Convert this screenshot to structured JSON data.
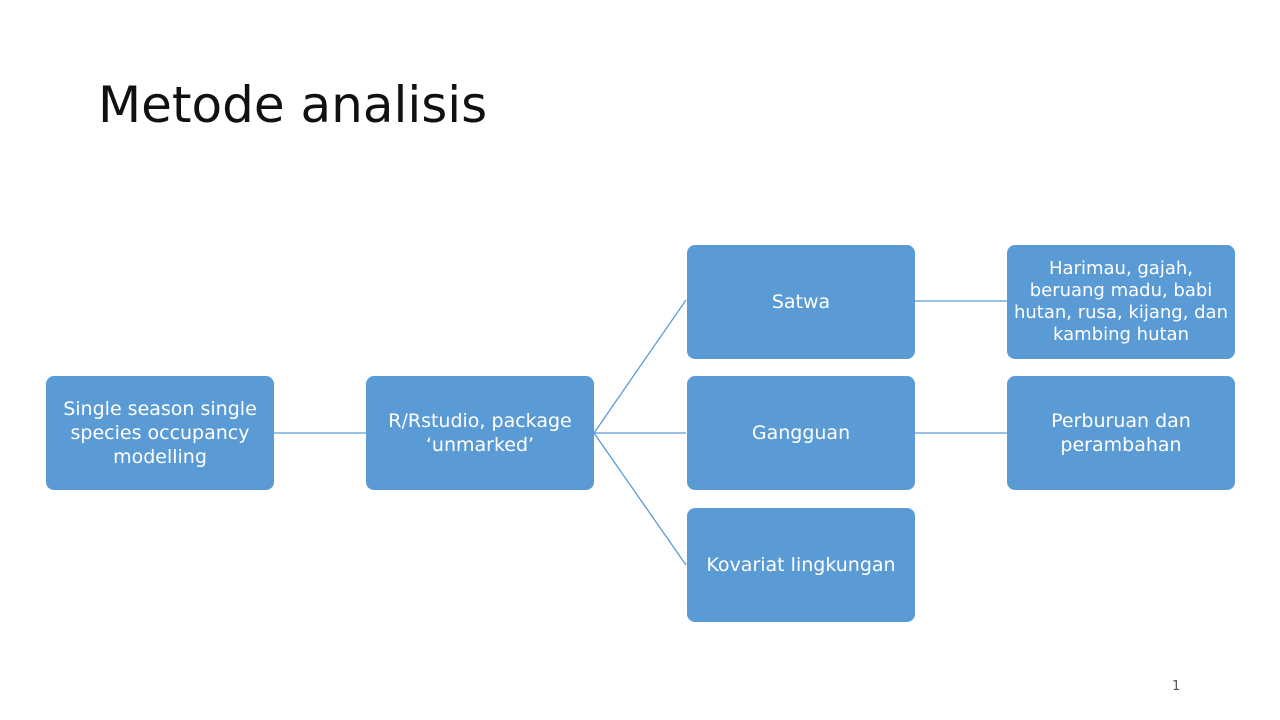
{
  "slide": {
    "title": "Metode analisis",
    "page_number": "1"
  },
  "diagram": {
    "root": "Single season single species occupancy modelling",
    "tool": "R/Rstudio, package ‘unmarked’",
    "categories": [
      {
        "label": "Satwa",
        "detail": "Harimau, gajah, beruang madu, babi hutan, rusa, kijang, dan kambing hutan"
      },
      {
        "label": "Gangguan",
        "detail": "Perburuan dan perambahan"
      },
      {
        "label": "Kovariat lingkungan",
        "detail": ""
      }
    ]
  },
  "colors": {
    "box_fill": "#5b9bd5",
    "box_text": "#ffffff",
    "connector": "#5b9bd5"
  }
}
